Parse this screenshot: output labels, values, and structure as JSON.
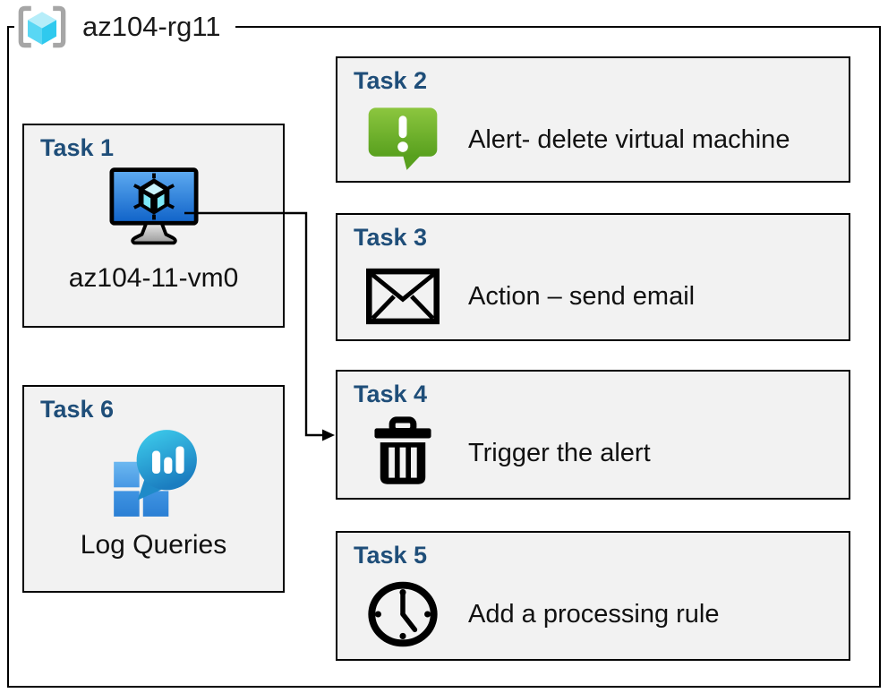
{
  "header": {
    "title": "az104-rg11",
    "icon": "resource-group-icon"
  },
  "tasks": [
    {
      "label": "Task 1",
      "text": "az104-11-vm0",
      "icon": "virtual-machine-icon"
    },
    {
      "label": "Task 2",
      "text": "Alert- delete virtual machine",
      "icon": "alert-icon"
    },
    {
      "label": "Task 3",
      "text": "Action – send email",
      "icon": "email-icon"
    },
    {
      "label": "Task 4",
      "text": "Trigger the alert",
      "icon": "trash-icon"
    },
    {
      "label": "Task 5",
      "text": "Add a processing rule",
      "icon": "clock-icon"
    },
    {
      "label": "Task 6",
      "text": "Log Queries",
      "icon": "log-analytics-icon"
    }
  ],
  "connector": {
    "from": "Task 1",
    "to": "Task 4",
    "style": "elbow-arrow"
  },
  "colors": {
    "task_label_blue": "#1F4E79",
    "box_fill": "#F2F2F2",
    "box_border": "#000000",
    "alert_green_light": "#8CC63F",
    "alert_green_dark": "#58A01E",
    "vm_screen_blue_light": "#5FACF1",
    "vm_screen_blue_dark": "#0F62C8",
    "log_teal_light": "#3FD0EE",
    "log_teal_dark": "#1B7DC0",
    "log_square_blue": "#3C92E0",
    "bracket_gray": "#A6A6A6",
    "cube_cyan_top": "#B6EDF9",
    "cube_cyan_left": "#59D7F4",
    "cube_cyan_right": "#2FC9EE"
  }
}
